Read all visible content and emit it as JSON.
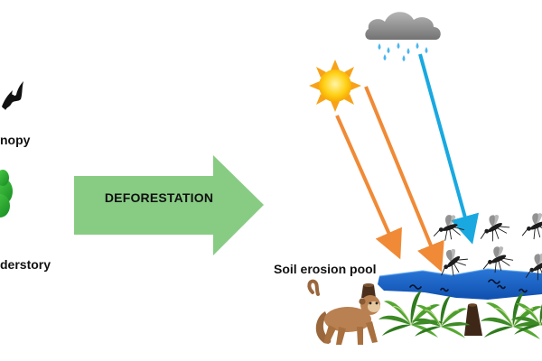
{
  "labels": {
    "canopy": "nopy",
    "understory": "derstory",
    "transition": "DEFORESTATION",
    "pool": "Soil erosion pool"
  },
  "icons": [
    "bat-icon",
    "tree-icon",
    "rain-cloud-icon",
    "sun-icon",
    "mosquito-icon",
    "monkey-icon",
    "palm-plant-icon",
    "tree-stump-icon",
    "water-pool-icon",
    "waterborne-larva-icon"
  ],
  "colors": {
    "big_arrow": "#88cc84",
    "sun_rays": "#f08a36",
    "rain_arrow": "#19a9e0",
    "pool": "#1b63c7",
    "sun": "#ffcc11",
    "cloud": "#8c8c8c",
    "tree": "#27a732",
    "plant": "#3d8a26",
    "monkey": "#b98152"
  }
}
